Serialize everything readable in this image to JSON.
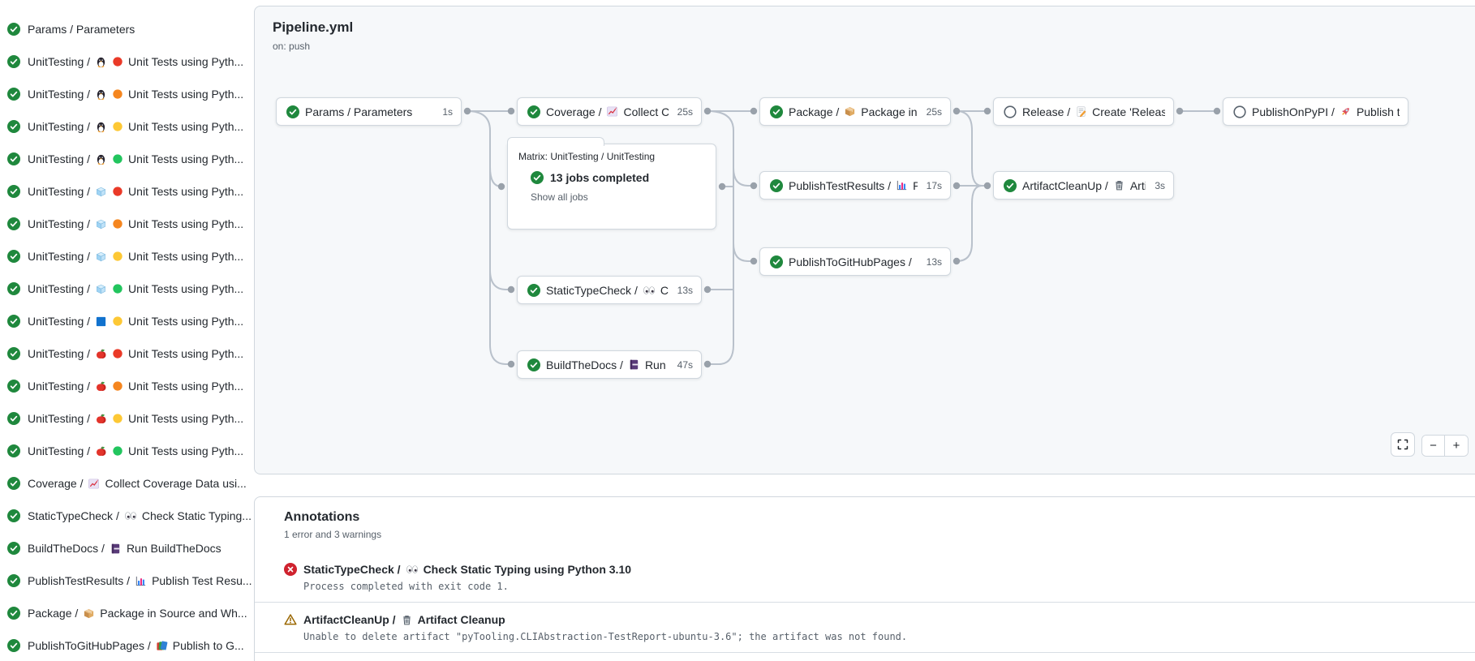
{
  "colors": {
    "success_green": "#1f883d",
    "error_red": "#cf222e",
    "warning_gold": "#9a6700",
    "panel_background": "#f6f8fa",
    "panel_border": "#d0d7de",
    "muted_text": "#57606a",
    "connector_gray": "#b9c1cb"
  },
  "sidebar": {
    "jobs": [
      {
        "status": "success",
        "segments": [
          {
            "t": "Params / Parameters"
          }
        ]
      },
      {
        "status": "success",
        "segments": [
          {
            "t": "UnitTesting /"
          },
          {
            "i": "linux-icon"
          },
          {
            "i": "red-circle-icon"
          },
          {
            "t": "Unit Tests using Pyth..."
          }
        ]
      },
      {
        "status": "success",
        "segments": [
          {
            "t": "UnitTesting /"
          },
          {
            "i": "linux-icon"
          },
          {
            "i": "orange-circle-icon"
          },
          {
            "t": "Unit Tests using Pyth..."
          }
        ]
      },
      {
        "status": "success",
        "segments": [
          {
            "t": "UnitTesting /"
          },
          {
            "i": "linux-icon"
          },
          {
            "i": "yellow-circle-icon"
          },
          {
            "t": "Unit Tests using Pyth..."
          }
        ]
      },
      {
        "status": "success",
        "segments": [
          {
            "t": "UnitTesting /"
          },
          {
            "i": "linux-icon"
          },
          {
            "i": "green-circle-icon"
          },
          {
            "t": "Unit Tests using Pyth..."
          }
        ]
      },
      {
        "status": "success",
        "segments": [
          {
            "t": "UnitTesting /"
          },
          {
            "i": "ice-cube-icon"
          },
          {
            "i": "red-circle-icon"
          },
          {
            "t": "Unit Tests using Pyth..."
          }
        ]
      },
      {
        "status": "success",
        "segments": [
          {
            "t": "UnitTesting /"
          },
          {
            "i": "ice-cube-icon"
          },
          {
            "i": "orange-circle-icon"
          },
          {
            "t": "Unit Tests using Pyth..."
          }
        ]
      },
      {
        "status": "success",
        "segments": [
          {
            "t": "UnitTesting /"
          },
          {
            "i": "ice-cube-icon"
          },
          {
            "i": "yellow-circle-icon"
          },
          {
            "t": "Unit Tests using Pyth..."
          }
        ]
      },
      {
        "status": "success",
        "segments": [
          {
            "t": "UnitTesting /"
          },
          {
            "i": "ice-cube-icon"
          },
          {
            "i": "green-circle-icon"
          },
          {
            "t": "Unit Tests using Pyth..."
          }
        ]
      },
      {
        "status": "success",
        "segments": [
          {
            "t": "UnitTesting /"
          },
          {
            "i": "blue-square-icon"
          },
          {
            "i": "yellow-circle-icon"
          },
          {
            "t": "Unit Tests using Pyth..."
          }
        ]
      },
      {
        "status": "success",
        "segments": [
          {
            "t": "UnitTesting /"
          },
          {
            "i": "apple-icon"
          },
          {
            "i": "red-circle-icon"
          },
          {
            "t": "Unit Tests using Pyth..."
          }
        ]
      },
      {
        "status": "success",
        "segments": [
          {
            "t": "UnitTesting /"
          },
          {
            "i": "apple-icon"
          },
          {
            "i": "orange-circle-icon"
          },
          {
            "t": "Unit Tests using Pyth..."
          }
        ]
      },
      {
        "status": "success",
        "segments": [
          {
            "t": "UnitTesting /"
          },
          {
            "i": "apple-icon"
          },
          {
            "i": "yellow-circle-icon"
          },
          {
            "t": "Unit Tests using Pyth..."
          }
        ]
      },
      {
        "status": "success",
        "segments": [
          {
            "t": "UnitTesting /"
          },
          {
            "i": "apple-icon"
          },
          {
            "i": "green-circle-icon"
          },
          {
            "t": "Unit Tests using Pyth..."
          }
        ]
      },
      {
        "status": "success",
        "segments": [
          {
            "t": "Coverage /"
          },
          {
            "i": "chart-increasing-icon"
          },
          {
            "t": "Collect Coverage Data usi..."
          }
        ]
      },
      {
        "status": "success",
        "segments": [
          {
            "t": "StaticTypeCheck /"
          },
          {
            "i": "eyes-icon"
          },
          {
            "t": "Check Static Typing..."
          }
        ]
      },
      {
        "status": "success",
        "segments": [
          {
            "t": "BuildTheDocs /"
          },
          {
            "i": "notebook-icon"
          },
          {
            "t": "Run BuildTheDocs"
          }
        ]
      },
      {
        "status": "success",
        "segments": [
          {
            "t": "PublishTestResults /"
          },
          {
            "i": "bar-chart-icon"
          },
          {
            "t": "Publish Test Resu..."
          }
        ]
      },
      {
        "status": "success",
        "segments": [
          {
            "t": "Package /"
          },
          {
            "i": "package-icon"
          },
          {
            "t": "Package in Source and Wh..."
          }
        ]
      },
      {
        "status": "success",
        "segments": [
          {
            "t": "PublishToGitHubPages /"
          },
          {
            "i": "books-icon"
          },
          {
            "t": "Publish to G..."
          }
        ]
      }
    ]
  },
  "pipeline": {
    "title": "Pipeline.yml",
    "trigger": "on: push",
    "nodes": [
      {
        "id": "params",
        "status": "success",
        "segments": [
          {
            "t": "Params / Parameters"
          }
        ],
        "duration": "1s"
      },
      {
        "id": "coverage",
        "status": "success",
        "segments": [
          {
            "t": "Coverage /"
          },
          {
            "i": "chart-increasing-icon"
          },
          {
            "t": "Collect Cove..."
          }
        ],
        "duration": "25s"
      },
      {
        "id": "package",
        "status": "success",
        "segments": [
          {
            "t": "Package /"
          },
          {
            "i": "package-icon"
          },
          {
            "t": "Package in So..."
          }
        ],
        "duration": "25s"
      },
      {
        "id": "release",
        "status": "skipped",
        "segments": [
          {
            "t": "Release /"
          },
          {
            "i": "memo-icon"
          },
          {
            "t": "Create 'Release P..."
          }
        ],
        "duration": ""
      },
      {
        "id": "publishonpypi",
        "status": "skipped",
        "segments": [
          {
            "t": "PublishOnPyPI /"
          },
          {
            "i": "rocket-icon"
          },
          {
            "t": "Publish to ..."
          }
        ],
        "duration": ""
      },
      {
        "id": "publishtestresults",
        "status": "success",
        "segments": [
          {
            "t": "PublishTestResults /"
          },
          {
            "i": "bar-chart-icon"
          },
          {
            "t": "Pu..."
          }
        ],
        "duration": "17s"
      },
      {
        "id": "artifactcleanup",
        "status": "success",
        "segments": [
          {
            "t": "ArtifactCleanUp /"
          },
          {
            "i": "trash-icon"
          },
          {
            "t": "Artifac..."
          }
        ],
        "duration": "3s"
      },
      {
        "id": "publishtogithubpages",
        "status": "success",
        "segments": [
          {
            "t": "PublishToGitHubPages /"
          },
          {
            "i": "books-icon"
          },
          {
            "t": "..."
          }
        ],
        "duration": "13s"
      },
      {
        "id": "statictypecheck",
        "status": "success",
        "segments": [
          {
            "t": "StaticTypeCheck /"
          },
          {
            "i": "eyes-icon"
          },
          {
            "t": "Chec..."
          }
        ],
        "duration": "13s"
      },
      {
        "id": "buildthedocs",
        "status": "success",
        "segments": [
          {
            "t": "BuildTheDocs /"
          },
          {
            "i": "notebook-icon"
          },
          {
            "t": "Run Buil..."
          }
        ],
        "duration": "47s"
      }
    ],
    "matrix": {
      "label": "Matrix: UnitTesting / UnitTesting",
      "status": "success",
      "summary": "13 jobs completed",
      "link": "Show all jobs"
    },
    "zoom_controls": {
      "zoom_out": "−",
      "zoom_in": "+"
    }
  },
  "annotations": {
    "title": "Annotations",
    "summary": "1 error and 3 warnings",
    "items": [
      {
        "level": "error",
        "segments": [
          {
            "t": "StaticTypeCheck /"
          },
          {
            "i": "eyes-icon"
          },
          {
            "t": "Check Static Typing using Python 3.10"
          }
        ],
        "detail": "Process completed with exit code 1."
      },
      {
        "level": "warning",
        "segments": [
          {
            "t": "ArtifactCleanUp /"
          },
          {
            "i": "trash-icon"
          },
          {
            "t": "Artifact Cleanup"
          }
        ],
        "detail": "Unable to delete artifact \"pyTooling.CLIAbstraction-TestReport-ubuntu-3.6\"; the artifact was not found."
      }
    ]
  }
}
